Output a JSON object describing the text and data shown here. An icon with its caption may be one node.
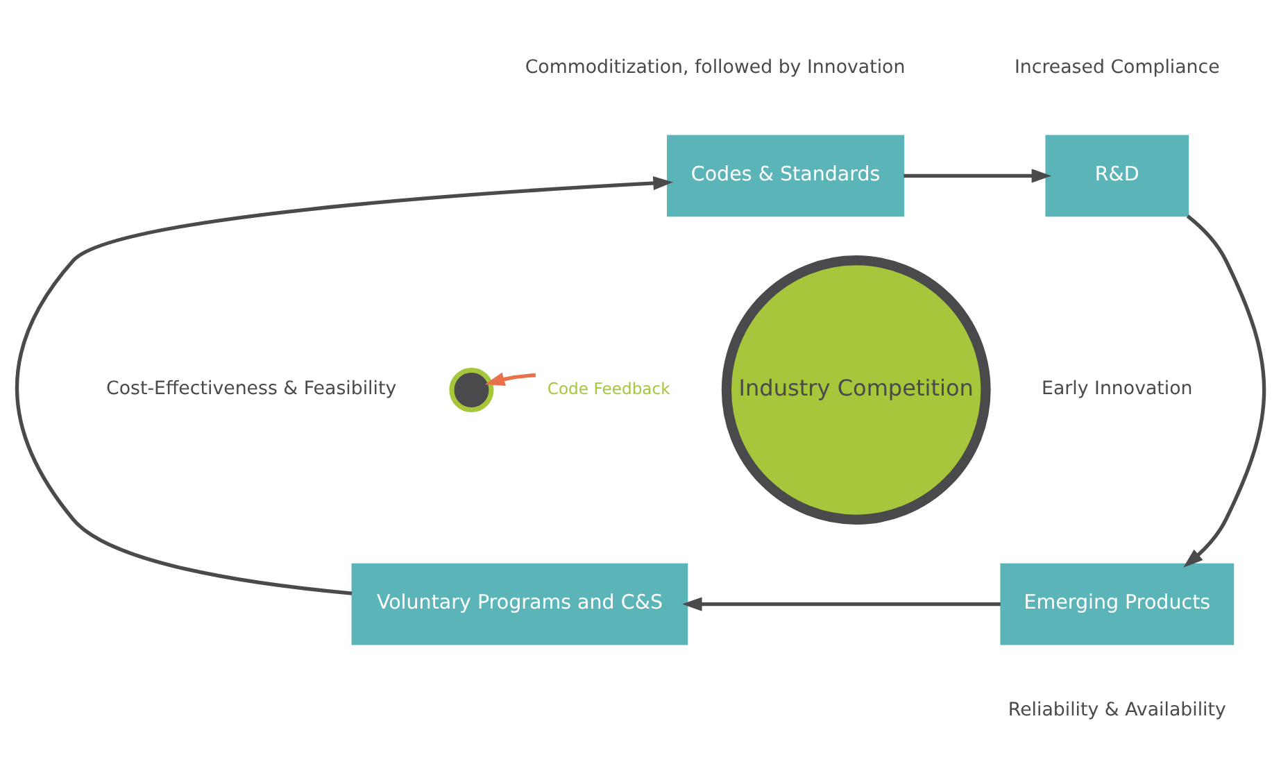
{
  "diagram": {
    "nodes": [
      {
        "text": [
          "Codes & Standards"
        ]
      },
      {
        "text": [
          "R&D"
        ]
      },
      {
        "text": [
          "Emerging Products"
        ]
      },
      {
        "text": [
          "Voluntary Programs and C&S"
        ]
      },
      {
        "text": [
          "Industry Competition"
        ]
      },
      {
        "text": [
          "Code Feedback"
        ]
      },
      {
        "text": [],
        "shape": "circle"
      }
    ],
    "edges": [
      {
        "from": 0,
        "to": 1,
        "arrow": "to"
      },
      {
        "from": 1,
        "to": 2,
        "arrow": "to"
      },
      {
        "from": 2,
        "to": 3,
        "arrow": "to"
      },
      {
        "from": 3,
        "to": 0,
        "arrow": "to"
      },
      {
        "from": 5,
        "to": 6,
        "arrow": "to",
        "color": "#e8704a"
      }
    ],
    "labels": [
      "Commoditization, followed by Innovation",
      "Increased Compliance",
      "Cost-Effectiveness & Feasibility",
      "Early Innovation",
      "Reliability & Availability"
    ]
  }
}
